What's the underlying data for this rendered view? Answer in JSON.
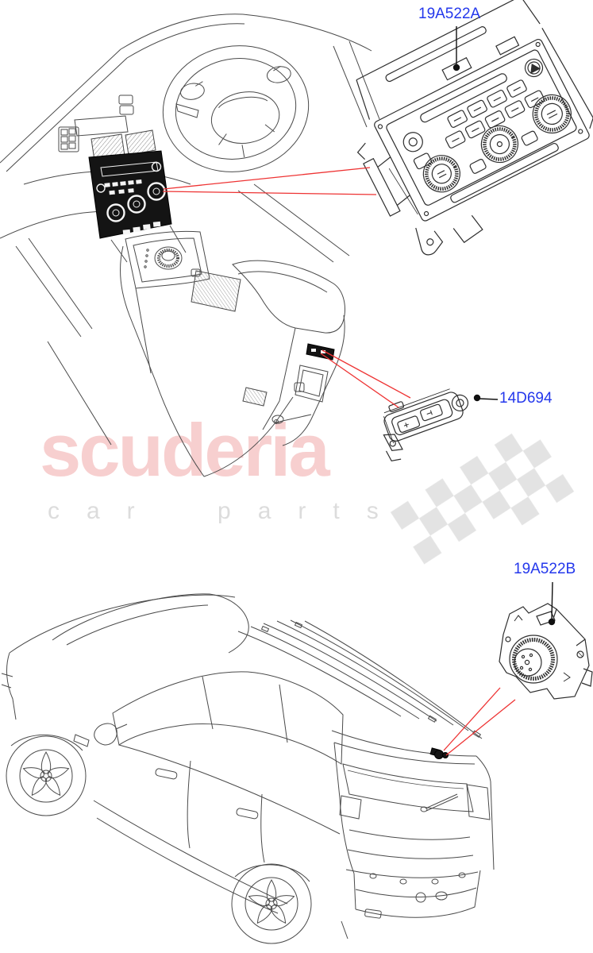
{
  "page": {
    "background_color": "#ffffff"
  },
  "watermark": {
    "brand": "scuderia",
    "tagline": "car parts"
  },
  "callouts": [
    {
      "id": "front-hvac-control",
      "label": "19A522A"
    },
    {
      "id": "console-switch-pack",
      "label": "14D694"
    },
    {
      "id": "rear-hvac-control",
      "label": "19A522B"
    }
  ],
  "colors": {
    "part_label_blue": "#2438ec",
    "leader_line_red": "#ee3333",
    "line_art_gray": "#4a4a4a",
    "dark_fill": "#141414",
    "watermark_brand_pink": "#f7cfcf",
    "watermark_tagline_gray": "#dcdcdc",
    "checker_gray": "#e3e3e3"
  },
  "illustrations": [
    "dashboard-and-steering-wheel",
    "front-heater-control-panel",
    "centre-console",
    "console-switch-pack",
    "rear-heater-control-panel",
    "vehicle-rear-three-quarter"
  ]
}
